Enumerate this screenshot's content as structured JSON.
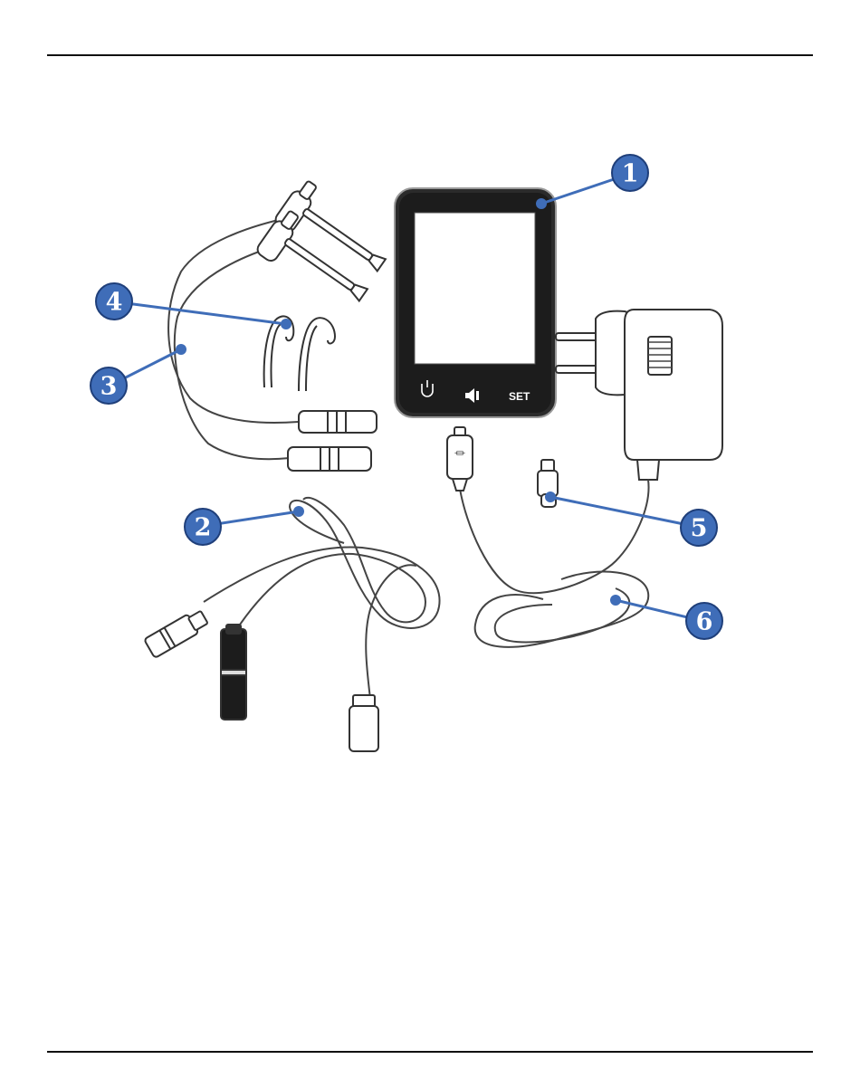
{
  "figure": {
    "callouts": [
      {
        "id": "1",
        "label": "1"
      },
      {
        "id": "2",
        "label": "2"
      },
      {
        "id": "3",
        "label": "3"
      },
      {
        "id": "4",
        "label": "4"
      },
      {
        "id": "5",
        "label": "5"
      },
      {
        "id": "6",
        "label": "6"
      }
    ],
    "device": {
      "buttons": [
        {
          "name": "power",
          "icon": "power-icon"
        },
        {
          "name": "sound",
          "icon": "speaker-icon"
        },
        {
          "name": "set",
          "label": "SET"
        }
      ]
    },
    "callout_color": "#3f6db8"
  }
}
